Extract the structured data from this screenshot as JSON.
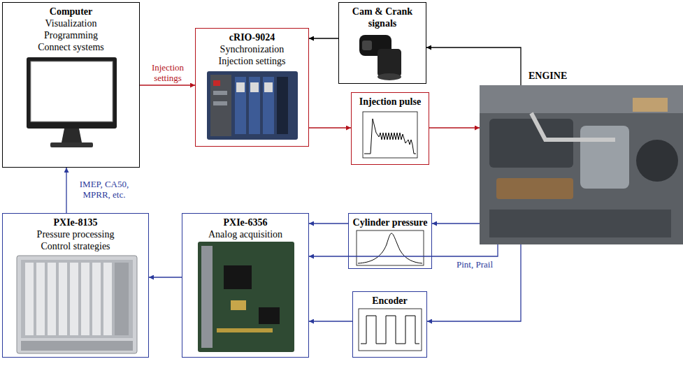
{
  "diagram": {
    "nodes": [
      {
        "text": [
          "Computer",
          "Visualization Programming Connect systems"
        ]
      },
      {
        "text": [
          "cRIO-9024",
          "Synchronization Injection settings"
        ]
      },
      {
        "text": [
          "Cam & Crank signals"
        ]
      },
      {
        "text": [
          "Injection pulse"
        ]
      },
      {
        "text": [
          "ENGINE"
        ]
      },
      {
        "text": [
          "Cylinder pressure"
        ]
      },
      {
        "text": [
          "PXIe-6356",
          "Analog acquisition"
        ]
      },
      {
        "text": [
          "PXIe-8135",
          "Pressure processing Control strategies"
        ]
      },
      {
        "text": [
          "Encoder"
        ]
      }
    ],
    "edges": [
      {
        "from": 0,
        "to": 1,
        "arrow": "to",
        "label": "Injection settings"
      },
      {
        "from": 4,
        "to": 2,
        "arrow": "to"
      },
      {
        "from": 2,
        "to": 1,
        "arrow": "to"
      },
      {
        "from": 1,
        "to": 3,
        "arrow": "to"
      },
      {
        "from": 3,
        "to": 4,
        "arrow": "to"
      },
      {
        "from": 4,
        "to": 5,
        "arrow": "to"
      },
      {
        "from": 5,
        "to": 6,
        "arrow": "to"
      },
      {
        "from": 4,
        "to": 6,
        "arrow": "to",
        "label": "Pint, Prail"
      },
      {
        "from": 4,
        "to": 8,
        "arrow": "to"
      },
      {
        "from": 8,
        "to": 6,
        "arrow": "to"
      },
      {
        "from": 6,
        "to": 7,
        "arrow": "to"
      },
      {
        "from": 7,
        "to": 0,
        "arrow": "to",
        "label": "IMEP, CA50, MPRR, etc."
      }
    ]
  }
}
